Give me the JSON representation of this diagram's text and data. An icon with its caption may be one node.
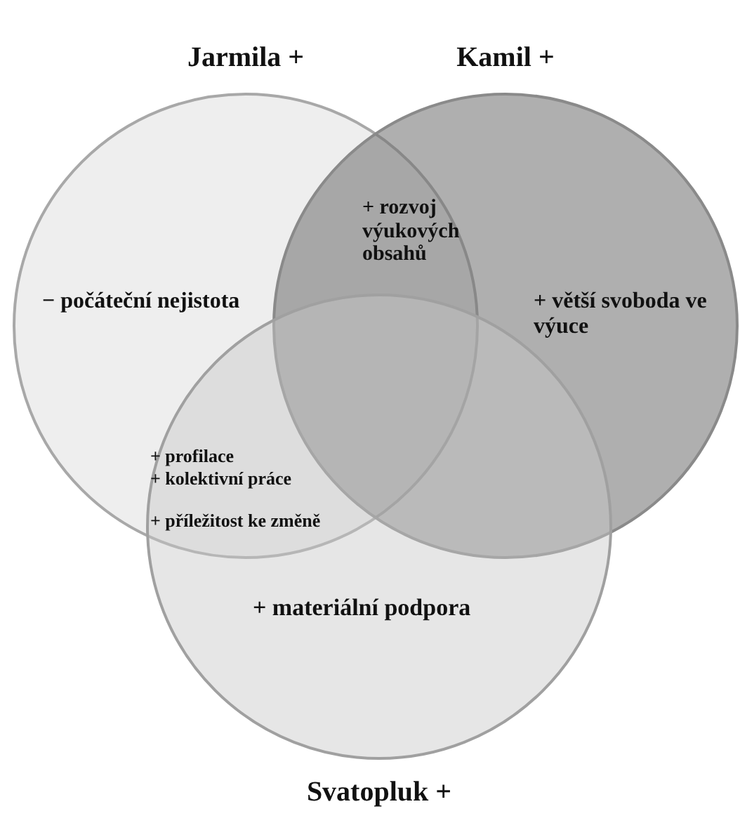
{
  "diagram": {
    "nodes": [
      {
        "text": [
          "Jarmila +"
        ]
      },
      {
        "text": [
          "Kamil +"
        ]
      },
      {
        "text": [
          "Svatopluk +"
        ]
      }
    ],
    "labels": [
      "− počáteční nejistota",
      "+ rozvoj výukových obsahů",
      "+ větší svoboda ve výuce",
      "+ profilace",
      "+ kolektivní práce",
      "+ příležitost ke změně",
      "+ materiální podpora"
    ]
  }
}
